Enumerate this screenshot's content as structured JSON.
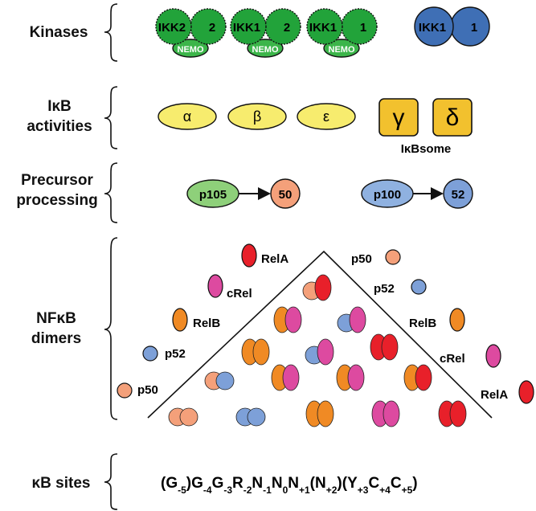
{
  "rows": {
    "kinases": "Kinases",
    "ikb_line1": "IκB",
    "ikb_line2": "activities",
    "precursor_line1": "Precursor",
    "precursor_line2": "processing",
    "nfkb_line1": "NFκB",
    "nfkb_line2": "dimers",
    "kb_sites": "κB sites"
  },
  "kinases": [
    {
      "a": "IKK2",
      "b": "2",
      "nemo": "NEMO"
    },
    {
      "a": "IKK1",
      "b": "2",
      "nemo": "NEMO"
    },
    {
      "a": "IKK1",
      "b": "1",
      "nemo": "NEMO"
    },
    {
      "a": "IKK1",
      "b": "1"
    }
  ],
  "ikb": {
    "alpha": "α",
    "beta": "β",
    "epsilon": "ε",
    "gamma": "γ",
    "delta": "δ",
    "ikbsome": "IκBsome"
  },
  "precursors": [
    {
      "from": "p105",
      "to": "50"
    },
    {
      "from": "p100",
      "to": "52"
    }
  ],
  "subunits_left": [
    "RelA",
    "cRel",
    "RelB",
    "p52",
    "p50"
  ],
  "subunits_right": [
    "p50",
    "p52",
    "RelB",
    "cRel",
    "RelA"
  ],
  "kb_sequence": "(G-5)G-4G-3R-2N-1N0N+1(N+2)(Y+3C+4C+5)",
  "colors": {
    "kinase_green": "#22a33a",
    "kinase_blue": "#3f6fb5",
    "nemo_green": "#3cb54a",
    "ikb_yellow": "#f7ec6e",
    "ikbsome_gold": "#f2c12e",
    "p105_green": "#8ed07a",
    "p50_salmon": "#f4a07a",
    "p100_blue": "#8fb1e0",
    "p52_blue": "#7da0d8",
    "rela_red": "#e8202a",
    "crel_magenta": "#dd4aa0",
    "relb_orange": "#f08a24"
  }
}
